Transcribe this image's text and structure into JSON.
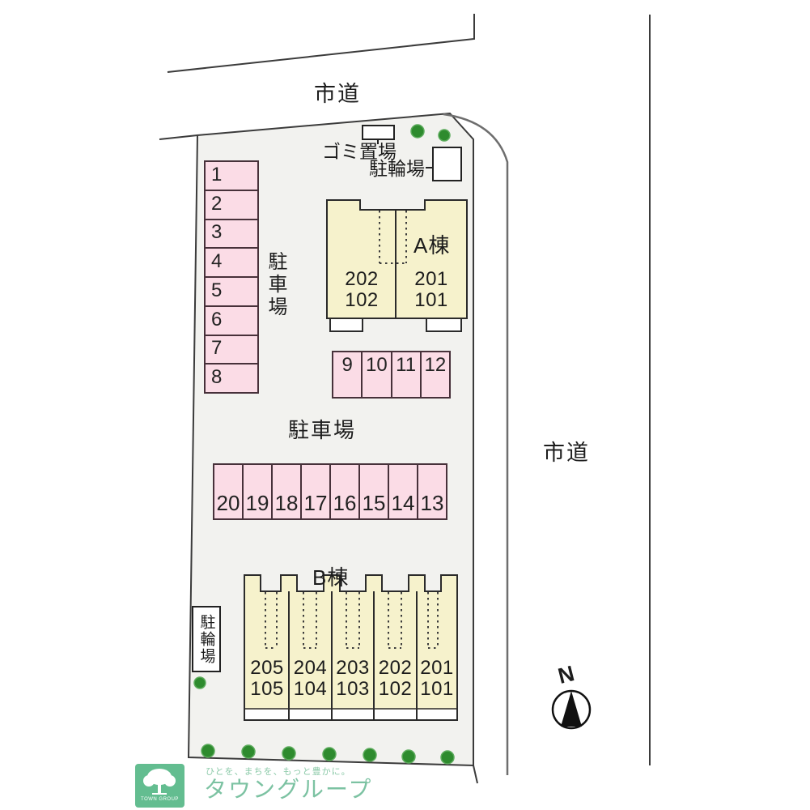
{
  "roads": {
    "top": "市道",
    "right": "市道"
  },
  "facilities": {
    "garbage": "ゴミ置場",
    "bicycle_top": "駐輪場",
    "bicycle_left": "駐輪場"
  },
  "parking": {
    "label_left": "駐車場",
    "label_middle": "駐車場",
    "left_column": [
      "1",
      "2",
      "3",
      "4",
      "5",
      "6",
      "7",
      "8"
    ],
    "middle_row": [
      "9",
      "10",
      "11",
      "12"
    ],
    "bottom_row": [
      "20",
      "19",
      "18",
      "17",
      "16",
      "15",
      "14",
      "13"
    ]
  },
  "buildings": {
    "a": {
      "name": "A棟",
      "units": [
        {
          "upper": "202",
          "lower": "102"
        },
        {
          "upper": "201",
          "lower": "101"
        }
      ]
    },
    "b": {
      "name": "B棟",
      "units": [
        {
          "upper": "205",
          "lower": "105"
        },
        {
          "upper": "204",
          "lower": "104"
        },
        {
          "upper": "203",
          "lower": "103"
        },
        {
          "upper": "202",
          "lower": "102"
        },
        {
          "upper": "201",
          "lower": "101"
        }
      ]
    }
  },
  "compass": {
    "north": "N"
  },
  "logo": {
    "badge": "TOWN GROUP",
    "tagline": "ひとを、まちを、もっと豊かに。",
    "company": "タウングループ"
  },
  "colors": {
    "parcel_fill": "#f2f2ef",
    "parking_fill": "#fbdce6",
    "parking_border": "#47313a",
    "building_fill": "#f6f2cc",
    "building_border": "#2b2b2b",
    "boundary_line": "#3b3b3b",
    "road_edge_gray": "#6e6e6e",
    "tree_green": "#2e8b2e",
    "logo_green": "#63bd90",
    "logo_text_green": "#7cc2a2"
  }
}
